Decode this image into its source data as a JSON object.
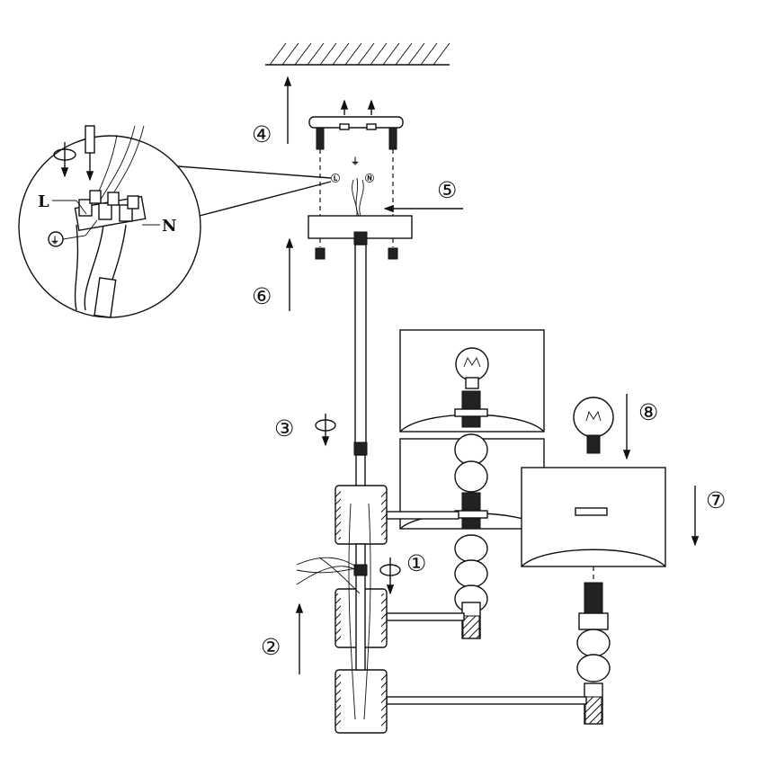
{
  "steps": {
    "s1": "①",
    "s2": "②",
    "s3": "③",
    "s4": "④",
    "s5": "⑤",
    "s6": "⑥",
    "s7": "⑦",
    "s8": "⑧"
  },
  "wiring": {
    "live": "L",
    "neutral": "N",
    "earth": "⏚",
    "live_small": "Ⓛ",
    "neutral_small": "Ⓝ",
    "earth_small": "⏚"
  }
}
